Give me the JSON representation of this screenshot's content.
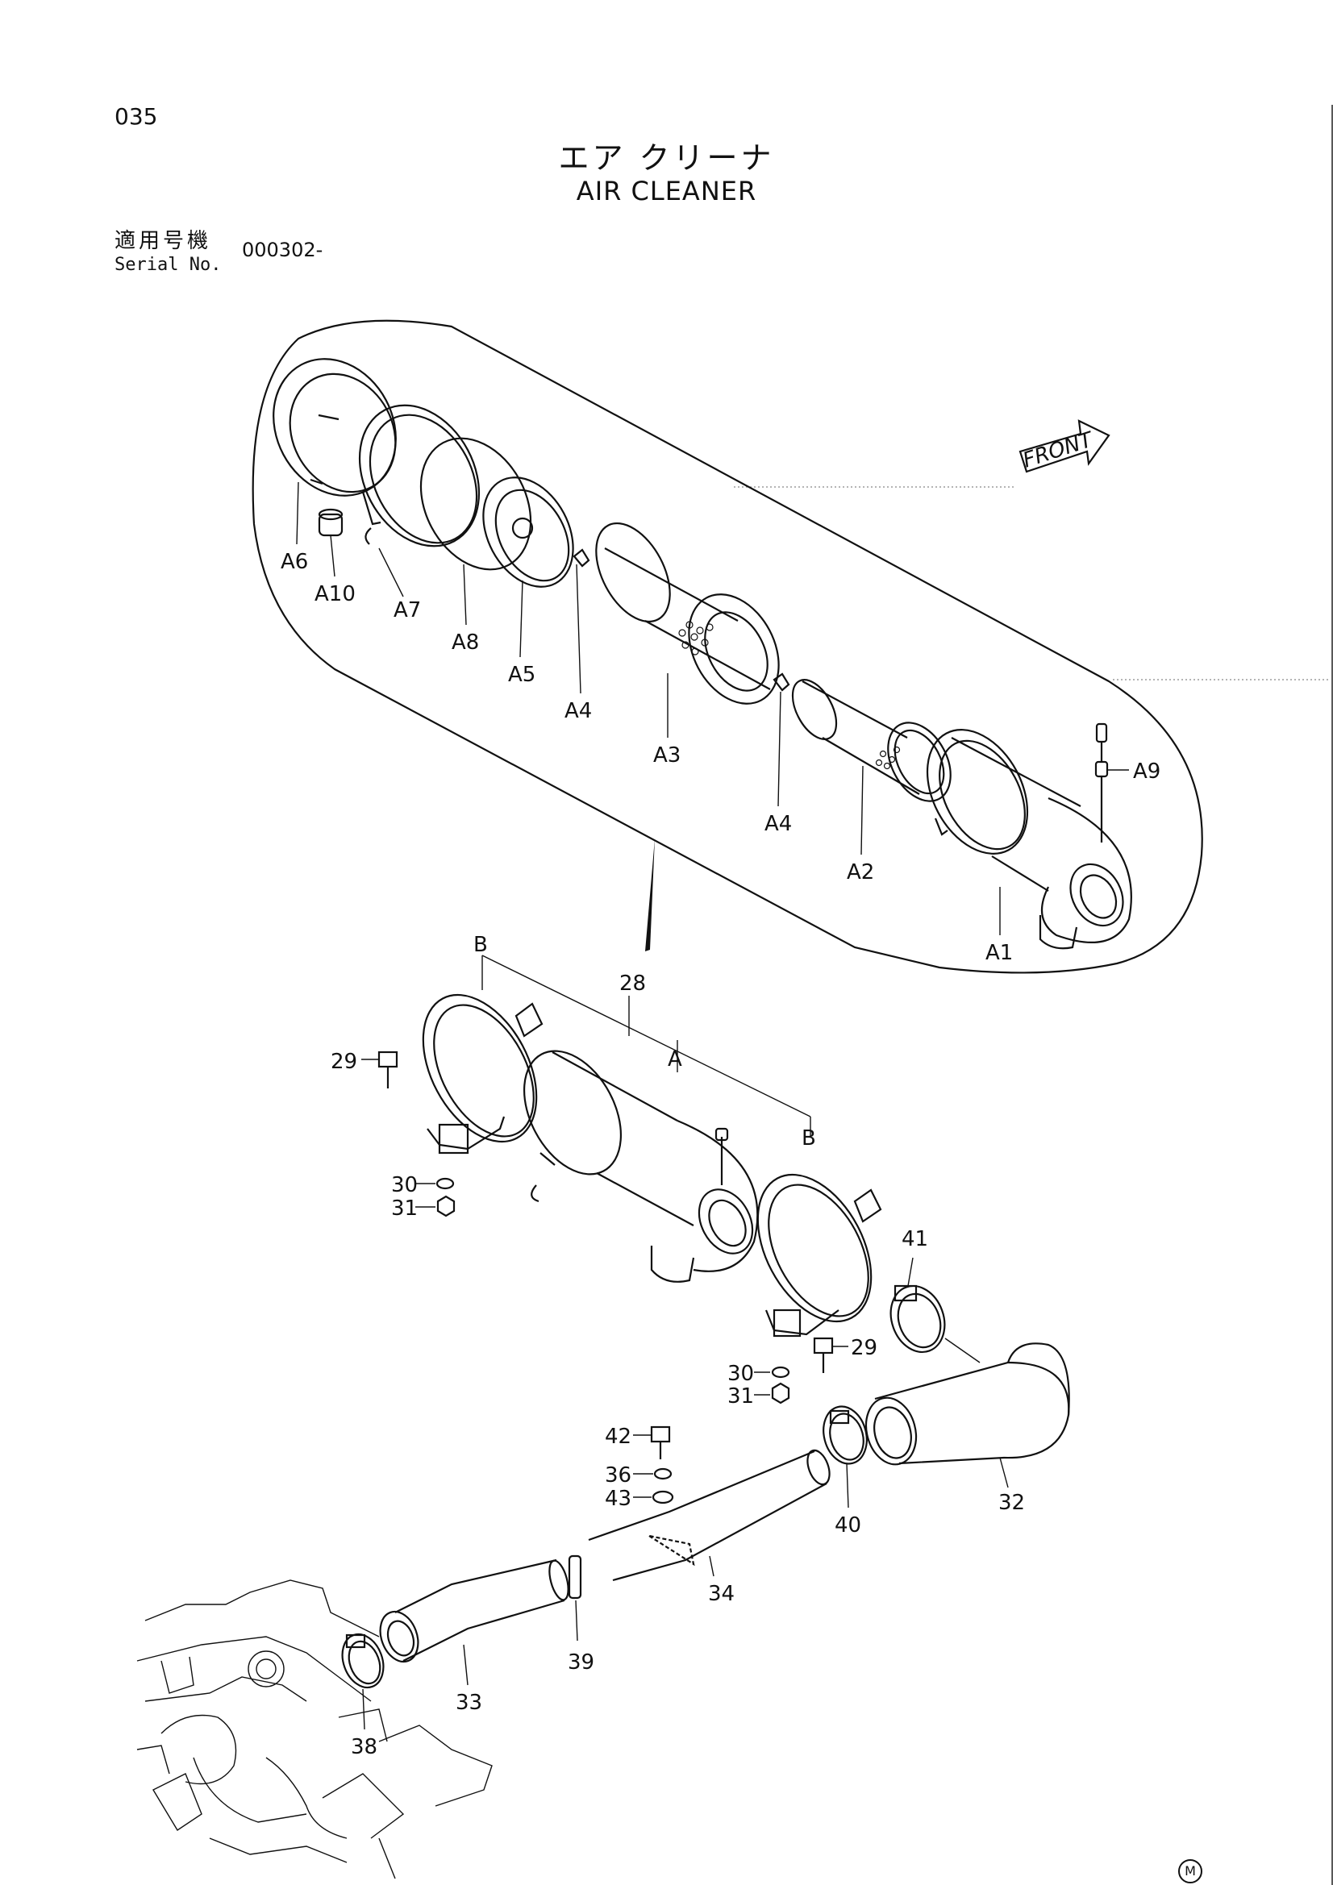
{
  "page": {
    "number": "035",
    "title_jp": "エア クリーナ",
    "title_en": "AIR CLEANER",
    "serial_label_jp": "適用号機",
    "serial_label_en": "Serial No.",
    "serial_value": "000302-",
    "footer_mark": "M"
  },
  "labels": {
    "front": "FRONT",
    "A1": "A1",
    "A2": "A2",
    "A3": "A3",
    "A4a": "A4",
    "A4b": "A4",
    "A5": "A5",
    "A6": "A6",
    "A7": "A7",
    "A8": "A8",
    "A9": "A9",
    "A10": "A10",
    "A": "A",
    "Ba": "B",
    "Bb": "B",
    "n28": "28",
    "n29a": "29",
    "n29b": "29",
    "n30a": "30",
    "n30b": "30",
    "n31a": "31",
    "n31b": "31",
    "n32": "32",
    "n33": "33",
    "n34": "34",
    "n36": "36",
    "n38": "38",
    "n39": "39",
    "n40": "40",
    "n41": "41",
    "n42": "42",
    "n43": "43"
  }
}
